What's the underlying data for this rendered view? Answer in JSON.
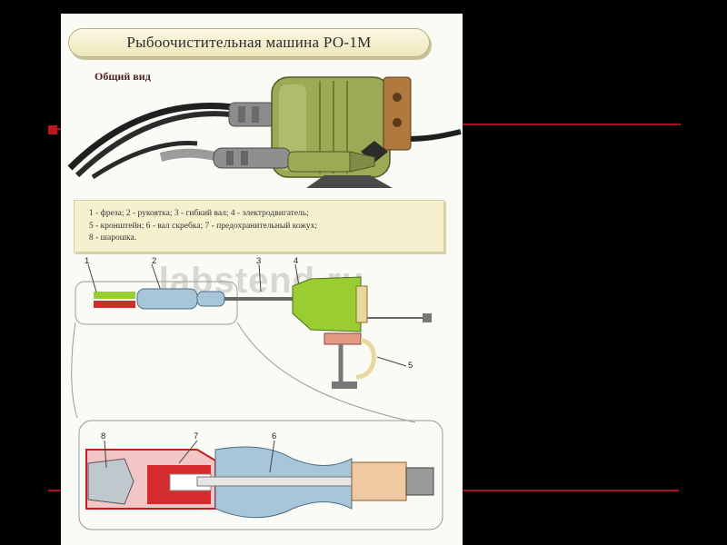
{
  "poster": {
    "title": "Рыбоочистительная машина РО-1М",
    "subtitle": "Общий вид",
    "legend": [
      "1 - фреза; 2 - рукоятка; 3 - гибкий вал; 4 - электродвигатель;",
      "5 - кронштейн; 6 - вал скребка; 7 - предохранительный кожух;",
      "8 - шарошка."
    ],
    "part_numbers": [
      "1",
      "2",
      "3",
      "4",
      "5",
      "6",
      "7",
      "8"
    ],
    "watermark": "labstend.ru"
  },
  "colors": {
    "background": "#000000",
    "poster_bg": "#fbfbf6",
    "accent_red": "#a8121e",
    "motor_green": "#9aaa55",
    "detail_green": "#9acd32",
    "cutter_red": "#d42c2c",
    "handle_blue": "#a7c6da"
  }
}
